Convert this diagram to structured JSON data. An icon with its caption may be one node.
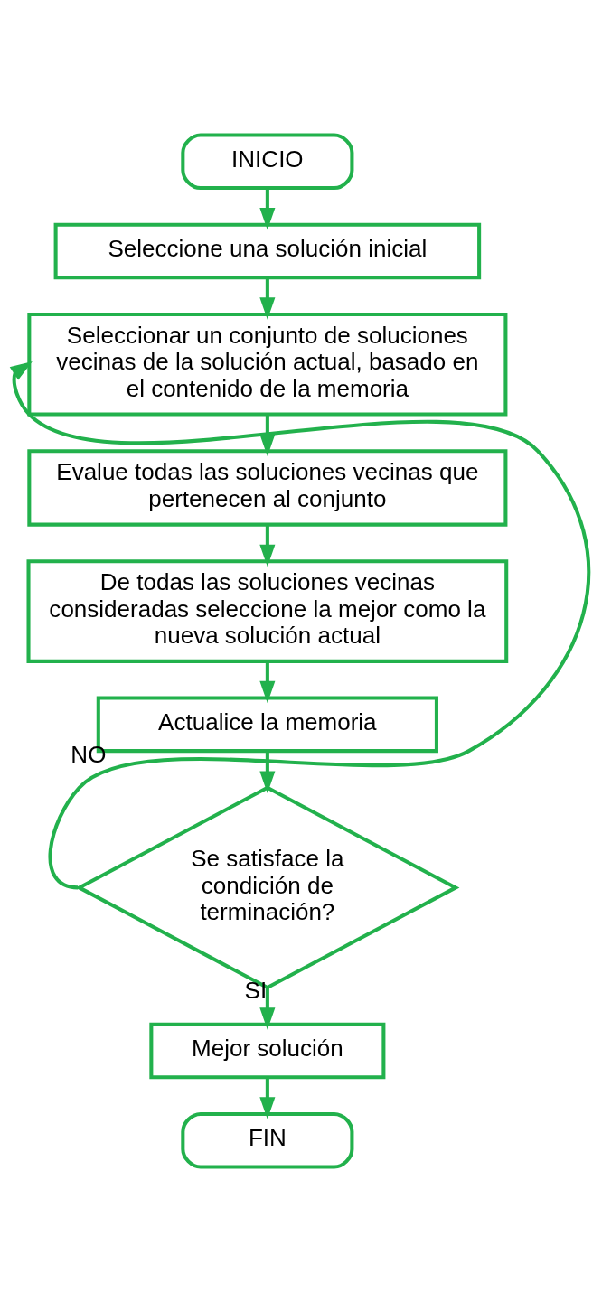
{
  "diagram": {
    "nodes": [
      {
        "text": [
          "INICIO"
        ]
      },
      {
        "text": [
          "Seleccione una solución inicial"
        ]
      },
      {
        "text": [
          "Seleccionar un conjunto de soluciones vecinas de la solución actual, basado en el contenido de la memoria"
        ]
      },
      {
        "text": [
          "Evalue todas las soluciones vecinas que pertenecen al conjunto"
        ]
      },
      {
        "text": [
          "De todas las soluciones vecinas consideradas seleccione la mejor como la nueva solución actual"
        ]
      },
      {
        "text": [
          "Actualice la memoria"
        ]
      },
      {
        "text": [
          "Se satisface la condición de terminación?"
        ]
      },
      {
        "text": [
          "Mejor solución"
        ]
      },
      {
        "text": [
          "FIN"
        ]
      }
    ],
    "edges": [
      {
        "from": 0,
        "to": 1,
        "arrow": "to"
      },
      {
        "from": 1,
        "to": 2,
        "arrow": "to"
      },
      {
        "from": 2,
        "to": 3,
        "arrow": "to"
      },
      {
        "from": 3,
        "to": 4,
        "arrow": "to"
      },
      {
        "from": 4,
        "to": 5,
        "arrow": "to"
      },
      {
        "from": 5,
        "to": 6,
        "arrow": "to"
      },
      {
        "from": 6,
        "to": 2,
        "arrow": "to",
        "label": "NO"
      },
      {
        "from": 6,
        "to": 7,
        "arrow": "to",
        "label": "SI"
      },
      {
        "from": 7,
        "to": 8,
        "arrow": "to"
      }
    ]
  }
}
